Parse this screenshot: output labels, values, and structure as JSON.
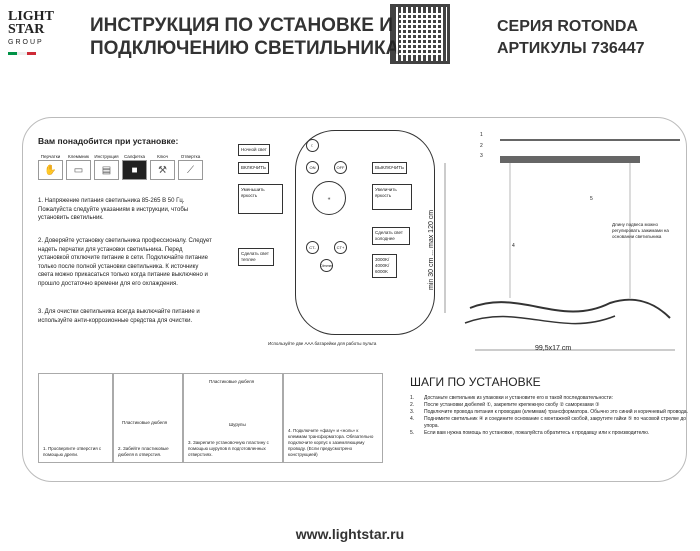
{
  "header": {
    "logo": [
      "LIGHT",
      "STAR",
      "GROUP"
    ],
    "title_lines": [
      "ИНСТРУКЦИЯ ПО УСТАНОВКЕ И",
      "ПОДКЛЮЧЕНИЮ СВЕТИЛЬНИКА"
    ],
    "series": "СЕРИЯ ROTONDA",
    "articles": "АРТИКУЛЫ 736447",
    "flag_colors": [
      "#009246",
      "#ffffff",
      "#ce2b37"
    ]
  },
  "requirements": {
    "heading": "Вам понадобится при установке:",
    "tools": [
      "Перчатки",
      "Клеммник",
      "Инструкция",
      "Салфетка",
      "Ключ",
      "Отвертка"
    ]
  },
  "paragraphs": [
    "1. Напряжение питания светильника 85-265 В 50 Гц. Пожалуйста следуйте указаниям в инструкции, чтобы установить светильник.",
    "2. Доверяйте установку светильника профессионалу. Следует надеть перчатки для установки светильника. Перед установкой отключите питание в сети. Подключайте питание только после полной установки светильника. К источнику света можно прикасаться только когда питание выключено и прошло достаточно времени для его охлаждения.",
    "3. Для очистки светильника всегда выключайте питание и используйте анти-коррозионные средства для очистки."
  ],
  "remote": {
    "labels": {
      "night": "Ночной свет",
      "on": "ВКЛЮЧИТЬ",
      "off": "ВЫКЛЮЧИТЬ",
      "dim_down": "Уменьшить яркость",
      "dim_up": "Увеличить яркость",
      "warm": "Сделать свет теплее",
      "cold": "Сделать свет холоднее",
      "cct": "3000K/ 4000K/ 6000K"
    },
    "buttons": [
      "ON",
      "OFF",
      "CT-",
      "CT+",
      "Dimmer"
    ],
    "battery_note": "Используйте две AAA батарейки для работы пульта"
  },
  "product": {
    "height": "min 30 cm ... max 120 cm",
    "size": "99,5x17 cm",
    "cable_note": "Длину подвеса можно регулировать зажимами на основании светильника",
    "callouts": [
      "1",
      "2",
      "3",
      "4",
      "5"
    ]
  },
  "install_steps": [
    {
      "caption": "1. Просверлите отверстия с помощью дрели."
    },
    {
      "top": "Пластиковые дюбеля",
      "caption": "2. Забейте пластиковые дюбеля в отверстия."
    },
    {
      "top": "Пластиковые дюбеля",
      "bottom": "Шурупы",
      "caption": "3. Закрепите установочную пластину с помощью шурупов в подготовленных отверстиях."
    },
    {
      "caption": "4. Подключите «фазу» и «ноль» к клеммам трансформатора. Обязательно подключите корпус к заземляющему проводу. (Если предусмотрено конструкцией)"
    }
  ],
  "steps": {
    "heading": "ШАГИ ПО УСТАНОВКЕ",
    "items": [
      {
        "n": "1.",
        "t": "Достаньте светильник из упаковки и установите его в такой последовательности:"
      },
      {
        "n": "2.",
        "t": "После установки дюбелей ①, закрепите крепежную скобу ② саморезами ③"
      },
      {
        "n": "3.",
        "t": "Подключите провода питания к проводам (клеммам) трансформатора. Обычно это синий и коричневый провода."
      },
      {
        "n": "4.",
        "t": "Поднимите светильник ④ и соедините основание с монтажной скобой, закрутите гайки ⑤ по часовой стрелке до упора."
      },
      {
        "n": "5.",
        "t": "Если вам нужна помощь по установке, пожалуйста обратитесь к продавцу или к производителю."
      }
    ]
  },
  "footer": "www.lightstar.ru"
}
